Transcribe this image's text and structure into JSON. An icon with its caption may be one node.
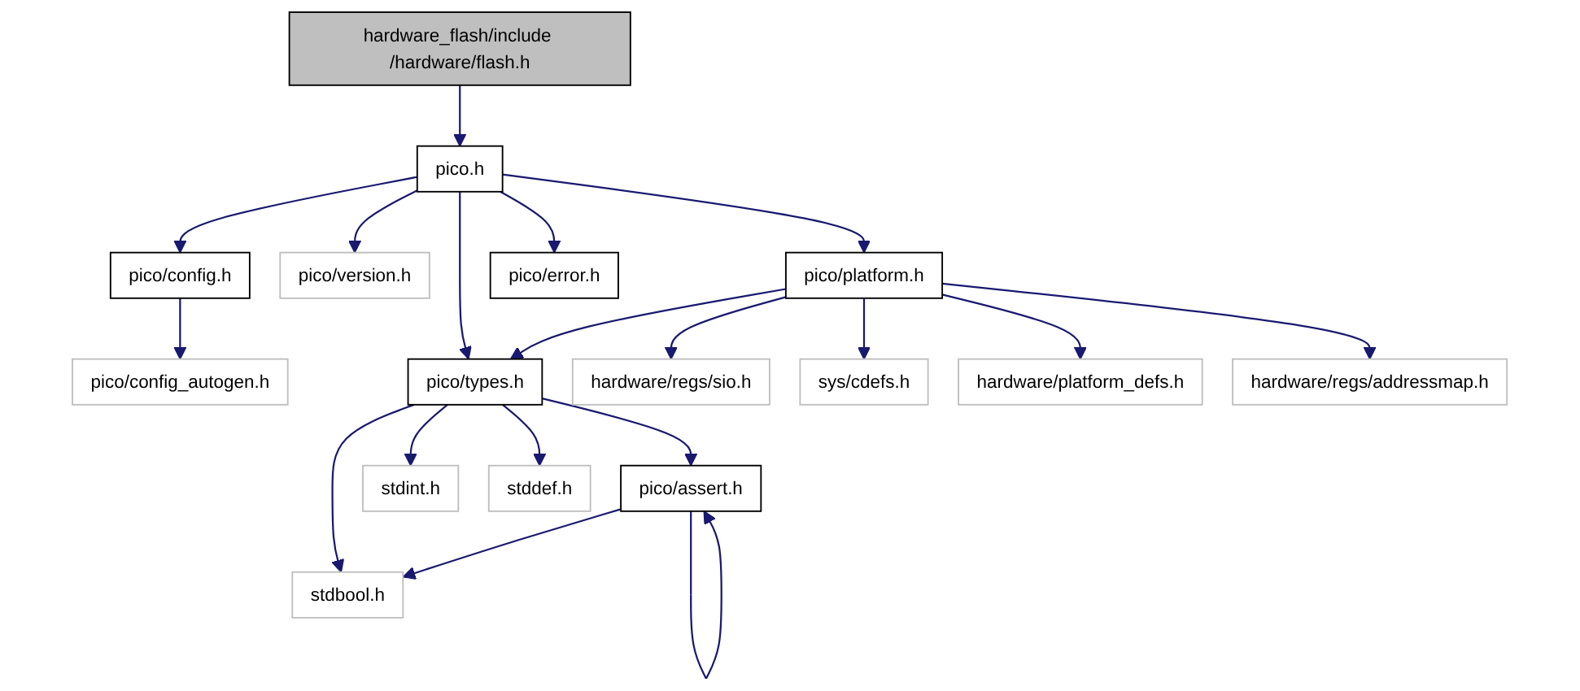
{
  "diagram": {
    "nodes": [
      {
        "text": [
          "hardware_flash/include /hardware/flash.h"
        ]
      },
      {
        "text": [
          "pico.h"
        ]
      },
      {
        "text": [
          "pico/config.h"
        ]
      },
      {
        "text": [
          "pico/version.h"
        ]
      },
      {
        "text": [
          "pico/platform.h"
        ]
      },
      {
        "text": [
          "pico/error.h"
        ]
      },
      {
        "text": [
          "pico/config_autogen.h"
        ]
      },
      {
        "text": [
          "pico/types.h"
        ]
      },
      {
        "text": [
          "hardware/regs/sio.h"
        ]
      },
      {
        "text": [
          "sys/cdefs.h"
        ]
      },
      {
        "text": [
          "hardware/platform_defs.h"
        ]
      },
      {
        "text": [
          "hardware/regs/addressmap.h"
        ]
      },
      {
        "text": [
          "pico/assert.h"
        ]
      },
      {
        "text": [
          "stdint.h"
        ]
      },
      {
        "text": [
          "stddef.h"
        ]
      },
      {
        "text": [
          "stdbool.h"
        ]
      }
    ],
    "edges": [
      {
        "from": 0,
        "to": 1,
        "arrow": "to"
      },
      {
        "from": 1,
        "to": 2,
        "arrow": "to"
      },
      {
        "from": 1,
        "to": 3,
        "arrow": "to"
      },
      {
        "from": 1,
        "to": 7,
        "arrow": "to"
      },
      {
        "from": 1,
        "to": 4,
        "arrow": "to"
      },
      {
        "from": 1,
        "to": 5,
        "arrow": "to"
      },
      {
        "from": 2,
        "to": 6,
        "arrow": "to"
      },
      {
        "from": 4,
        "to": 7,
        "arrow": "to"
      },
      {
        "from": 4,
        "to": 8,
        "arrow": "to"
      },
      {
        "from": 4,
        "to": 9,
        "arrow": "to"
      },
      {
        "from": 4,
        "to": 10,
        "arrow": "to"
      },
      {
        "from": 4,
        "to": 11,
        "arrow": "to"
      },
      {
        "from": 7,
        "to": 12,
        "arrow": "to"
      },
      {
        "from": 7,
        "to": 15,
        "arrow": "to"
      },
      {
        "from": 7,
        "to": 13,
        "arrow": "to"
      },
      {
        "from": 7,
        "to": 14,
        "arrow": "to"
      },
      {
        "from": 12,
        "to": 12,
        "arrow": "to"
      },
      {
        "from": 12,
        "to": 15,
        "arrow": "to"
      }
    ]
  }
}
